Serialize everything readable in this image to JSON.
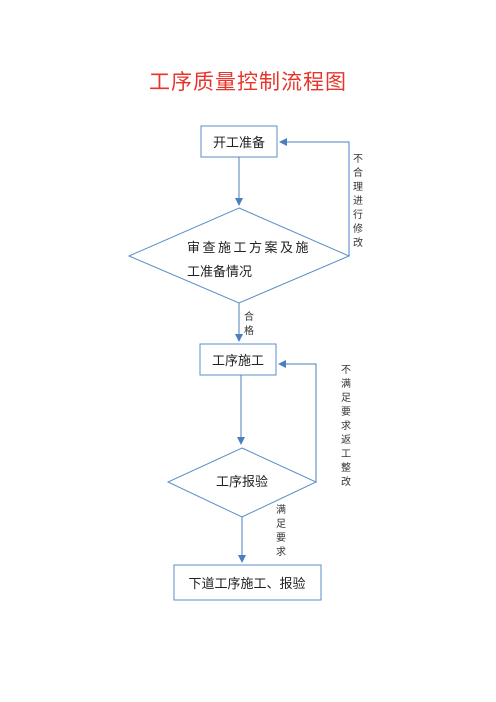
{
  "title": "工序质量控制流程图",
  "nodes": {
    "start": "开工准备",
    "review_line1": "审查施工方案及施",
    "review_line2": "工准备情况",
    "process": "工序施工",
    "inspect": "工序报验",
    "next": "下道工序施工、报验"
  },
  "edges": {
    "qualified": [
      "合",
      "格"
    ],
    "unreasonable": [
      "不",
      "合",
      "理",
      "进",
      "行",
      "修",
      "改"
    ],
    "unsatisfied": [
      "不",
      "满",
      "足",
      "要",
      "求",
      "返",
      "工",
      "整",
      "改"
    ],
    "satisfied": [
      "满",
      "足",
      "要",
      "求"
    ]
  },
  "colors": {
    "title": "#e8352c",
    "border": "#5b8fc7",
    "arrow": "#4a7fbf"
  }
}
